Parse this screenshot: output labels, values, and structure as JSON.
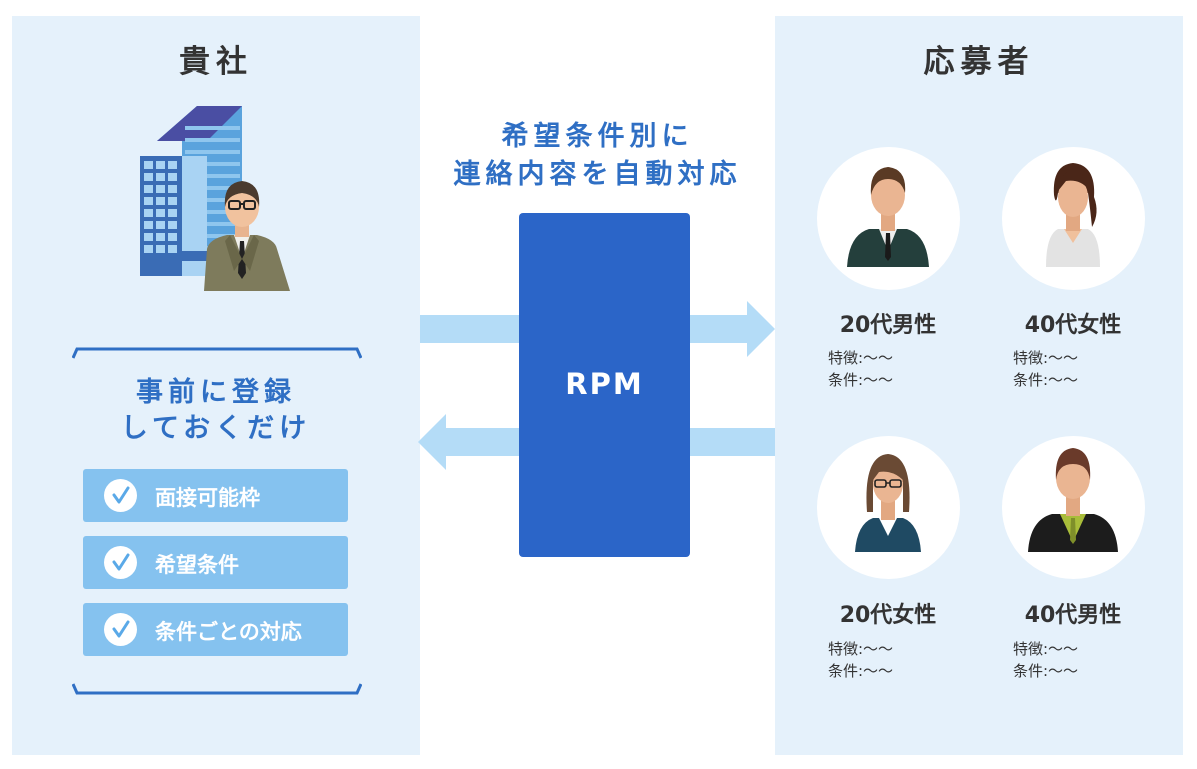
{
  "company": {
    "title": "貴社",
    "register_lines": [
      "事前に登録",
      "しておくだけ"
    ],
    "check_items": [
      "面接可能枠",
      "希望条件",
      "条件ごとの対応"
    ]
  },
  "middle": {
    "heading_lines": [
      "希望条件別に",
      "連絡内容を自動対応"
    ],
    "system_label": "RPM"
  },
  "applicants": {
    "title": "応募者",
    "people": [
      {
        "label": "20代男性",
        "feature": "特徴:～～",
        "condition": "条件:～～"
      },
      {
        "label": "40代女性",
        "feature": "特徴:～～",
        "condition": "条件:～～"
      },
      {
        "label": "20代女性",
        "feature": "特徴:～～",
        "condition": "条件:～～"
      },
      {
        "label": "40代男性",
        "feature": "特徴:～～",
        "condition": "条件:～～"
      }
    ]
  },
  "icons": {
    "company": "office-building-with-businessman-icon",
    "check": "checkmark-icon",
    "arrow_right": "arrow-right-icon",
    "arrow_left": "arrow-left-icon",
    "applicant": "person-avatar-icon"
  },
  "colors": {
    "panel_bg": "#e5f1fb",
    "accent_blue": "#2f6fc4",
    "rpm_blue": "#2b65c8",
    "check_item_bg": "#85c2ef",
    "arrow": "#b4dcf7"
  }
}
